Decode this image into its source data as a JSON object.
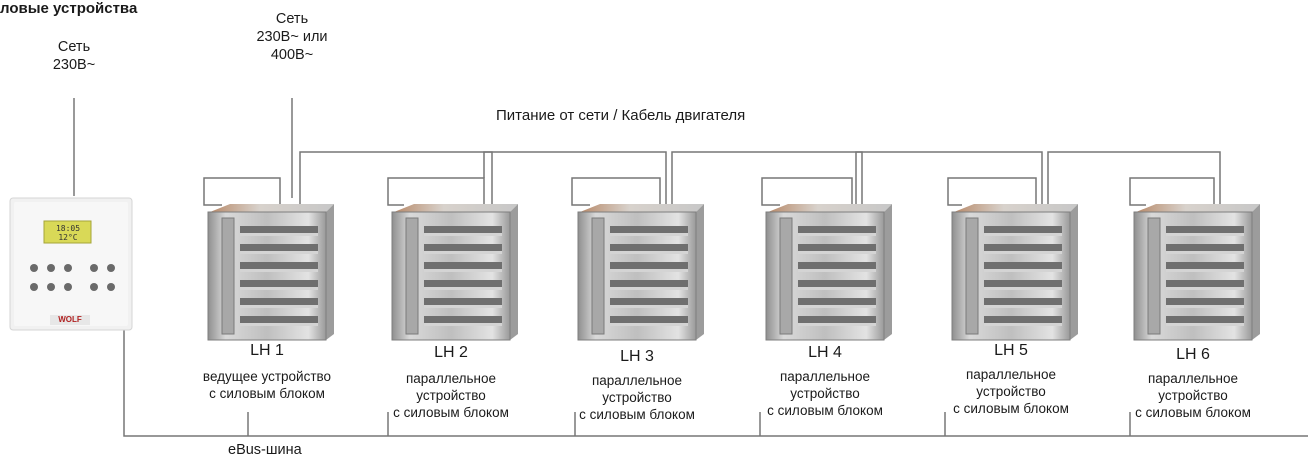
{
  "header": {
    "title": "ловые устройства"
  },
  "power_left": {
    "line1": "Сеть",
    "line2": "230В~"
  },
  "power_mid": {
    "line1": "Сеть",
    "line2": "230В~ или",
    "line3": "400В~"
  },
  "power_cable_label": "Питание от сети / Кабель двигателя",
  "controller": {
    "display_text": "18:05 12°C",
    "brand": "WOLF"
  },
  "bus_label": "eBus-шина",
  "units": [
    {
      "name": "LH 1",
      "desc": [
        "ведущее  устройство",
        "с силовым блоком"
      ]
    },
    {
      "name": "LH 2",
      "desc": [
        "параллельное",
        "устройство",
        "с силовым блоком"
      ]
    },
    {
      "name": "LH 3",
      "desc": [
        "параллельное",
        "устройство",
        "с силовым блоком"
      ]
    },
    {
      "name": "LH 4",
      "desc": [
        "параллельное",
        "устройство",
        "с силовым блоком"
      ]
    },
    {
      "name": "LH 5",
      "desc": [
        "параллельное",
        "устройство",
        "с силовым блоком"
      ]
    },
    {
      "name": "LH 6",
      "desc": [
        "параллельное",
        "устройство",
        "с силовым блоком"
      ]
    }
  ]
}
